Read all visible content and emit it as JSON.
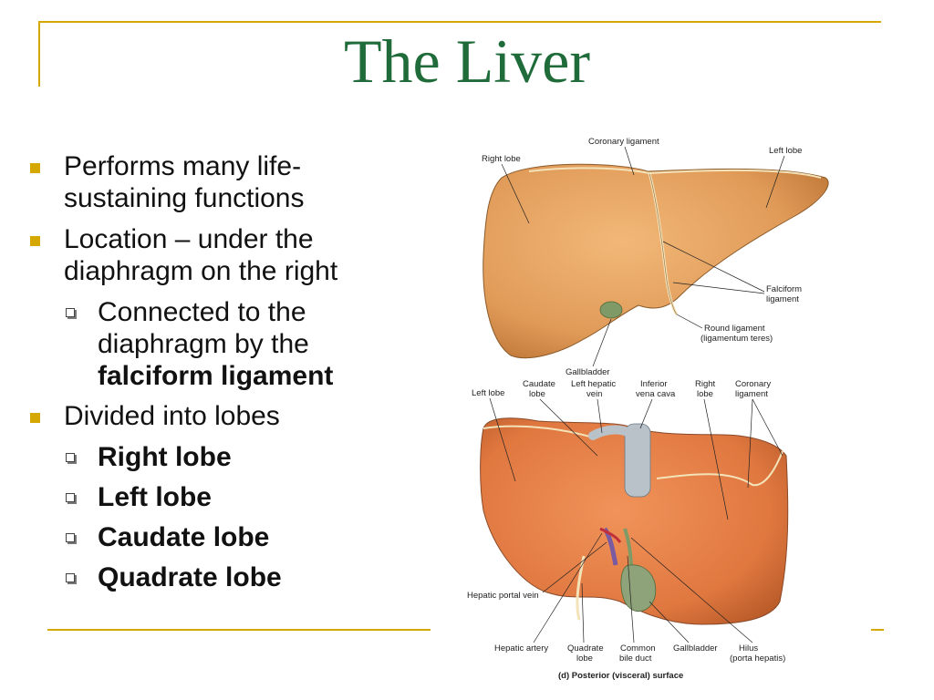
{
  "title": "The Liver",
  "bullets": {
    "b1": "Performs many life-sustaining functions",
    "b2": "Location – under the diaphragm on the right",
    "b2_sub_pre": "Connected to the diaphragm by the ",
    "b2_sub_bold": "falciform ligament",
    "b3": "Divided into lobes",
    "lobes": [
      "Right lobe",
      "Left lobe",
      "Caudate lobe",
      "Quadrate lobe"
    ]
  },
  "figure": {
    "anterior": {
      "coronary_ligament": "Coronary ligament",
      "right_lobe": "Right lobe",
      "left_lobe": "Left lobe",
      "falciform": "Falciform",
      "ligament": "ligament",
      "round_ligament": "Round ligament",
      "ligamentum_teres": "(ligamentum teres)",
      "gallbladder": "Gallbladder"
    },
    "posterior": {
      "left_lobe": "Left lobe",
      "caudate_1": "Caudate",
      "caudate_2": "lobe",
      "left_hepatic_1": "Left hepatic",
      "left_hepatic_2": "vein",
      "inferior_1": "Inferior",
      "inferior_2": "vena cava",
      "right_1": "Right",
      "right_2": "lobe",
      "coronary_1": "Coronary",
      "coronary_2": "ligament",
      "hepatic_portal_vein": "Hepatic portal vein",
      "hepatic_artery": "Hepatic artery",
      "quadrate_1": "Quadrate",
      "quadrate_2": "lobe",
      "common_1": "Common",
      "common_2": "bile duct",
      "gallbladder": "Gallbladder",
      "hilus_1": "Hilus",
      "hilus_2": "(porta hepatis)",
      "caption": "(d) Posterior (visceral) surface"
    }
  }
}
